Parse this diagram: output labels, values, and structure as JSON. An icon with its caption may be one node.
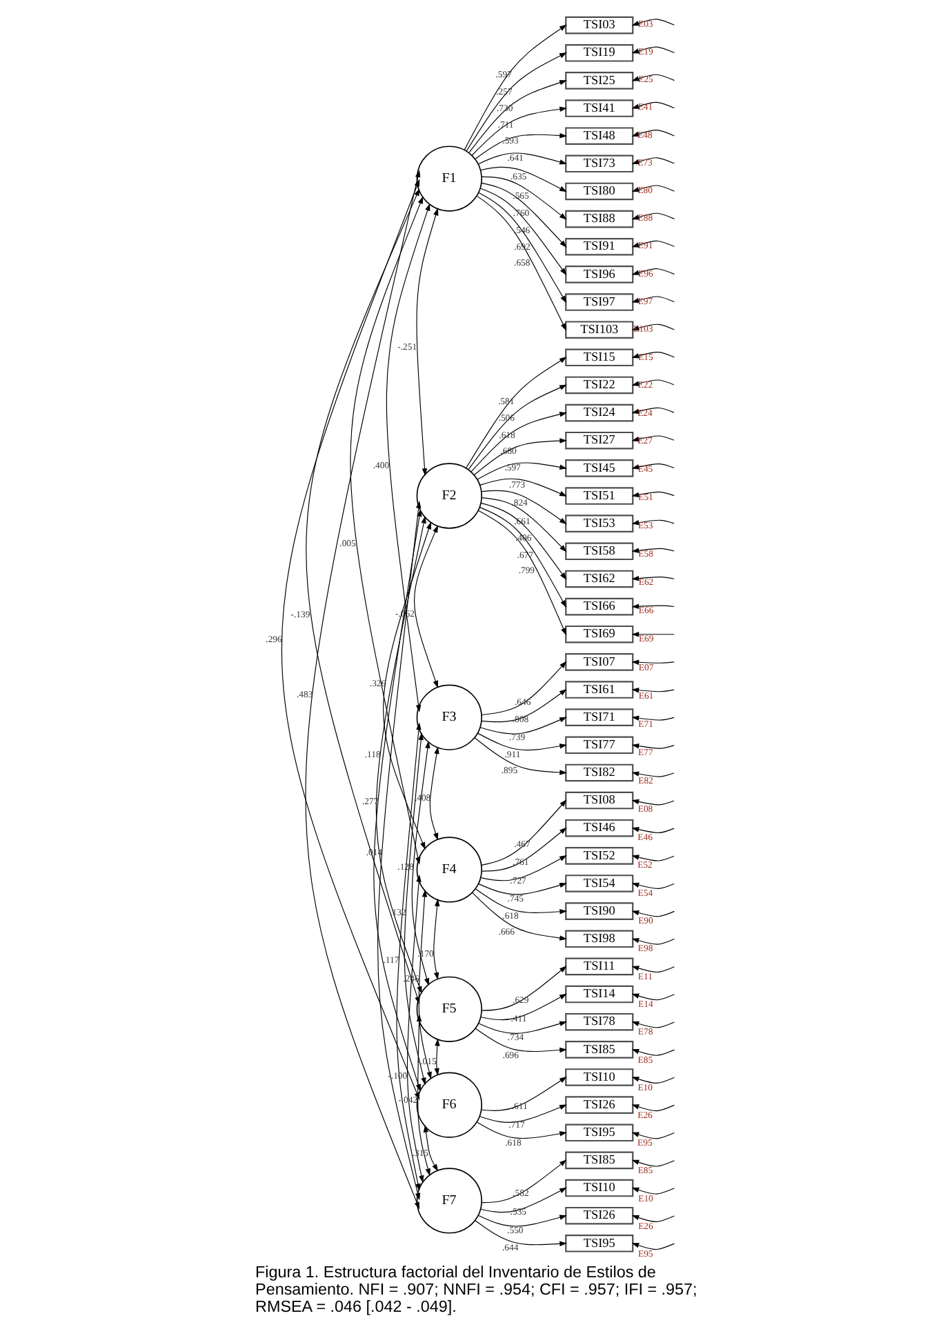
{
  "diagram": {
    "caption": "Figura 1. Estructura factorial del Inventario de Estilos de Pensamiento. NFI = .907; NNFI = .954; CFI = .957; IFI = .957; RMSEA = .046 [.042 - .049].",
    "nodes": [
      {
        "text": [
          "F1"
        ]
      },
      {
        "text": [
          "F2"
        ]
      },
      {
        "text": [
          "F3"
        ]
      },
      {
        "text": [
          "F4"
        ]
      },
      {
        "text": [
          "F5"
        ]
      },
      {
        "text": [
          "F6"
        ]
      },
      {
        "text": [
          "F7"
        ]
      },
      {
        "text": [
          "TSI03"
        ]
      },
      {
        "text": [
          "TSI19"
        ]
      },
      {
        "text": [
          "TSI25"
        ]
      },
      {
        "text": [
          "TSI41"
        ]
      },
      {
        "text": [
          "TSI48"
        ]
      },
      {
        "text": [
          "TSI73"
        ]
      },
      {
        "text": [
          "TSI80"
        ]
      },
      {
        "text": [
          "TSI88"
        ]
      },
      {
        "text": [
          "TSI91"
        ]
      },
      {
        "text": [
          "TSI96"
        ]
      },
      {
        "text": [
          "TSI97"
        ]
      },
      {
        "text": [
          "TSI103"
        ]
      },
      {
        "text": [
          "TSI15"
        ]
      },
      {
        "text": [
          "TSI22"
        ]
      },
      {
        "text": [
          "TSI24"
        ]
      },
      {
        "text": [
          "TSI27"
        ]
      },
      {
        "text": [
          "TSI45"
        ]
      },
      {
        "text": [
          "TSI51"
        ]
      },
      {
        "text": [
          "TSI53"
        ]
      },
      {
        "text": [
          "TSI58"
        ]
      },
      {
        "text": [
          "TSI62"
        ]
      },
      {
        "text": [
          "TSI66"
        ]
      },
      {
        "text": [
          "TSI69"
        ]
      },
      {
        "text": [
          "TSI07"
        ]
      },
      {
        "text": [
          "TSI61"
        ]
      },
      {
        "text": [
          "TSI71"
        ]
      },
      {
        "text": [
          "TSI77"
        ]
      },
      {
        "text": [
          "TSI82"
        ]
      },
      {
        "text": [
          "TSI08"
        ]
      },
      {
        "text": [
          "TSI46"
        ]
      },
      {
        "text": [
          "TSI52"
        ]
      },
      {
        "text": [
          "TSI54"
        ]
      },
      {
        "text": [
          "TSI90"
        ]
      },
      {
        "text": [
          "TSI98"
        ]
      },
      {
        "text": [
          "TSI11"
        ]
      },
      {
        "text": [
          "TSI14"
        ]
      },
      {
        "text": [
          "TSI78"
        ]
      },
      {
        "text": [
          "TSI85"
        ]
      },
      {
        "text": [
          "TSI10"
        ]
      },
      {
        "text": [
          "TSI26"
        ]
      },
      {
        "text": [
          "TSI95"
        ]
      },
      {
        "text": [
          "TSI85"
        ]
      },
      {
        "text": [
          "TSI10"
        ]
      },
      {
        "text": [
          "TSI26"
        ]
      },
      {
        "text": [
          "TSI95"
        ]
      }
    ],
    "edges": [
      {
        "from": 0,
        "to": 7,
        "arrow": "to",
        "label": ".597"
      },
      {
        "from": 0,
        "to": 8,
        "arrow": "to",
        "label": ".257"
      },
      {
        "from": 0,
        "to": 9,
        "arrow": "to",
        "label": ".730"
      },
      {
        "from": 0,
        "to": 10,
        "arrow": "to",
        "label": ".711"
      },
      {
        "from": 0,
        "to": 11,
        "arrow": "to",
        "label": ".593"
      },
      {
        "from": 0,
        "to": 12,
        "arrow": "to",
        "label": ".641"
      },
      {
        "from": 0,
        "to": 13,
        "arrow": "to",
        "label": ".635"
      },
      {
        "from": 0,
        "to": 14,
        "arrow": "to",
        "label": ".565"
      },
      {
        "from": 0,
        "to": 15,
        "arrow": "to",
        "label": ".760"
      },
      {
        "from": 0,
        "to": 16,
        "arrow": "to",
        "label": ".546"
      },
      {
        "from": 0,
        "to": 17,
        "arrow": "to",
        "label": ".692"
      },
      {
        "from": 0,
        "to": 18,
        "arrow": "to",
        "label": ".658"
      },
      {
        "from": 1,
        "to": 19,
        "arrow": "to",
        "label": ".581"
      },
      {
        "from": 1,
        "to": 20,
        "arrow": "to",
        "label": ".506"
      },
      {
        "from": 1,
        "to": 21,
        "arrow": "to",
        "label": ".618"
      },
      {
        "from": 1,
        "to": 22,
        "arrow": "to",
        "label": ".680"
      },
      {
        "from": 1,
        "to": 23,
        "arrow": "to",
        "label": ".597"
      },
      {
        "from": 1,
        "to": 24,
        "arrow": "to",
        "label": ".773"
      },
      {
        "from": 1,
        "to": 25,
        "arrow": "to",
        "label": ".824"
      },
      {
        "from": 1,
        "to": 26,
        "arrow": "to",
        "label": ".661"
      },
      {
        "from": 1,
        "to": 27,
        "arrow": "to",
        "label": ".406"
      },
      {
        "from": 1,
        "to": 28,
        "arrow": "to",
        "label": ".677"
      },
      {
        "from": 1,
        "to": 29,
        "arrow": "to",
        "label": ".799"
      },
      {
        "from": 2,
        "to": 30,
        "arrow": "to",
        "label": ".646"
      },
      {
        "from": 2,
        "to": 31,
        "arrow": "to",
        "label": ".808"
      },
      {
        "from": 2,
        "to": 32,
        "arrow": "to",
        "label": ".739"
      },
      {
        "from": 2,
        "to": 33,
        "arrow": "to",
        "label": ".911"
      },
      {
        "from": 2,
        "to": 34,
        "arrow": "to",
        "label": ".895"
      },
      {
        "from": 3,
        "to": 35,
        "arrow": "to",
        "label": ".467"
      },
      {
        "from": 3,
        "to": 36,
        "arrow": "to",
        "label": ".761"
      },
      {
        "from": 3,
        "to": 37,
        "arrow": "to",
        "label": ".727"
      },
      {
        "from": 3,
        "to": 38,
        "arrow": "to",
        "label": ".745"
      },
      {
        "from": 3,
        "to": 39,
        "arrow": "to",
        "label": ".618"
      },
      {
        "from": 3,
        "to": 40,
        "arrow": "to",
        "label": ".666"
      },
      {
        "from": 4,
        "to": 41,
        "arrow": "to",
        "label": ".629"
      },
      {
        "from": 4,
        "to": 42,
        "arrow": "to",
        "label": ".411"
      },
      {
        "from": 4,
        "to": 43,
        "arrow": "to",
        "label": ".734"
      },
      {
        "from": 4,
        "to": 44,
        "arrow": "to",
        "label": ".696"
      },
      {
        "from": 5,
        "to": 45,
        "arrow": "to",
        "label": ".611"
      },
      {
        "from": 5,
        "to": 46,
        "arrow": "to",
        "label": ".717"
      },
      {
        "from": 5,
        "to": 47,
        "arrow": "to",
        "label": ".618"
      },
      {
        "from": 6,
        "to": 48,
        "arrow": "to",
        "label": ".582"
      },
      {
        "from": 6,
        "to": 49,
        "arrow": "to",
        "label": ".535"
      },
      {
        "from": 6,
        "to": 50,
        "arrow": "to",
        "label": ".550"
      },
      {
        "from": 6,
        "to": 51,
        "arrow": "to",
        "label": ".644"
      },
      {
        "from": null,
        "to": 7,
        "arrow": "to",
        "label": "E03"
      },
      {
        "from": null,
        "to": 8,
        "arrow": "to",
        "label": "E19"
      },
      {
        "from": null,
        "to": 9,
        "arrow": "to",
        "label": "E25"
      },
      {
        "from": null,
        "to": 10,
        "arrow": "to",
        "label": "E41"
      },
      {
        "from": null,
        "to": 11,
        "arrow": "to",
        "label": "E48"
      },
      {
        "from": null,
        "to": 12,
        "arrow": "to",
        "label": "E73"
      },
      {
        "from": null,
        "to": 13,
        "arrow": "to",
        "label": "E80"
      },
      {
        "from": null,
        "to": 14,
        "arrow": "to",
        "label": "E88"
      },
      {
        "from": null,
        "to": 15,
        "arrow": "to",
        "label": "E91"
      },
      {
        "from": null,
        "to": 16,
        "arrow": "to",
        "label": "E96"
      },
      {
        "from": null,
        "to": 17,
        "arrow": "to",
        "label": "E97"
      },
      {
        "from": null,
        "to": 18,
        "arrow": "to",
        "label": "E103"
      },
      {
        "from": null,
        "to": 19,
        "arrow": "to",
        "label": "E15"
      },
      {
        "from": null,
        "to": 20,
        "arrow": "to",
        "label": "E22"
      },
      {
        "from": null,
        "to": 21,
        "arrow": "to",
        "label": "E24"
      },
      {
        "from": null,
        "to": 22,
        "arrow": "to",
        "label": "E27"
      },
      {
        "from": null,
        "to": 23,
        "arrow": "to",
        "label": "E45"
      },
      {
        "from": null,
        "to": 24,
        "arrow": "to",
        "label": "E51"
      },
      {
        "from": null,
        "to": 25,
        "arrow": "to",
        "label": "E53"
      },
      {
        "from": null,
        "to": 26,
        "arrow": "to",
        "label": "E58"
      },
      {
        "from": null,
        "to": 27,
        "arrow": "to",
        "label": "E62"
      },
      {
        "from": null,
        "to": 28,
        "arrow": "to",
        "label": "E66"
      },
      {
        "from": null,
        "to": 29,
        "arrow": "to",
        "label": "E69"
      },
      {
        "from": null,
        "to": 30,
        "arrow": "to",
        "label": "E07"
      },
      {
        "from": null,
        "to": 31,
        "arrow": "to",
        "label": "E61"
      },
      {
        "from": null,
        "to": 32,
        "arrow": "to",
        "label": "E71"
      },
      {
        "from": null,
        "to": 33,
        "arrow": "to",
        "label": "E77"
      },
      {
        "from": null,
        "to": 34,
        "arrow": "to",
        "label": "E82"
      },
      {
        "from": null,
        "to": 35,
        "arrow": "to",
        "label": "E08"
      },
      {
        "from": null,
        "to": 36,
        "arrow": "to",
        "label": "E46"
      },
      {
        "from": null,
        "to": 37,
        "arrow": "to",
        "label": "E52"
      },
      {
        "from": null,
        "to": 38,
        "arrow": "to",
        "label": "E54"
      },
      {
        "from": null,
        "to": 39,
        "arrow": "to",
        "label": "E90"
      },
      {
        "from": null,
        "to": 40,
        "arrow": "to",
        "label": "E98"
      },
      {
        "from": null,
        "to": 41,
        "arrow": "to",
        "label": "E11"
      },
      {
        "from": null,
        "to": 42,
        "arrow": "to",
        "label": "E14"
      },
      {
        "from": null,
        "to": 43,
        "arrow": "to",
        "label": "E78"
      },
      {
        "from": null,
        "to": 44,
        "arrow": "to",
        "label": "E85"
      },
      {
        "from": null,
        "to": 45,
        "arrow": "to",
        "label": "E10"
      },
      {
        "from": null,
        "to": 46,
        "arrow": "to",
        "label": "E26"
      },
      {
        "from": null,
        "to": 47,
        "arrow": "to",
        "label": "E95"
      },
      {
        "from": null,
        "to": 48,
        "arrow": "to",
        "label": "E85"
      },
      {
        "from": null,
        "to": 49,
        "arrow": "to",
        "label": "E10"
      },
      {
        "from": null,
        "to": 50,
        "arrow": "to",
        "label": "E26"
      },
      {
        "from": null,
        "to": 51,
        "arrow": "to",
        "label": "E95"
      },
      {
        "from": 0,
        "to": 1,
        "arrow": "both",
        "label": "-.251"
      },
      {
        "from": 0,
        "to": 2,
        "arrow": "both",
        "label": ".400"
      },
      {
        "from": 0,
        "to": 3,
        "arrow": "both",
        "label": ".005"
      },
      {
        "from": 0,
        "to": 4,
        "arrow": "both",
        "label": "-.139"
      },
      {
        "from": 0,
        "to": 5,
        "arrow": "both",
        "label": ".296"
      },
      {
        "from": 0,
        "to": 6,
        "arrow": "both",
        "label": ".483"
      },
      {
        "from": 1,
        "to": 2,
        "arrow": "both",
        "label": "-.062"
      },
      {
        "from": 1,
        "to": 3,
        "arrow": "both",
        "label": ".326"
      },
      {
        "from": 1,
        "to": 4,
        "arrow": "both",
        "label": ".118"
      },
      {
        "from": 1,
        "to": 5,
        "arrow": "both",
        "label": ".277"
      },
      {
        "from": 1,
        "to": 6,
        "arrow": "both",
        "label": ".014"
      },
      {
        "from": 2,
        "to": 3,
        "arrow": "both",
        "label": ".408"
      },
      {
        "from": 2,
        "to": 4,
        "arrow": "both",
        "label": ".128"
      },
      {
        "from": 2,
        "to": 5,
        "arrow": "both",
        "label": ".132"
      },
      {
        "from": 2,
        "to": 6,
        "arrow": "both",
        "label": ".117"
      },
      {
        "from": 3,
        "to": 4,
        "arrow": "both",
        "label": ".170"
      },
      {
        "from": 3,
        "to": 5,
        "arrow": "both",
        "label": ".246"
      },
      {
        "from": 3,
        "to": 6,
        "arrow": "both",
        "label": "-.100"
      },
      {
        "from": 4,
        "to": 5,
        "arrow": "both",
        "label": "-.015"
      },
      {
        "from": 4,
        "to": 6,
        "arrow": "both",
        "label": "-.042"
      },
      {
        "from": 5,
        "to": 6,
        "arrow": "both",
        "label": ".315"
      }
    ]
  }
}
